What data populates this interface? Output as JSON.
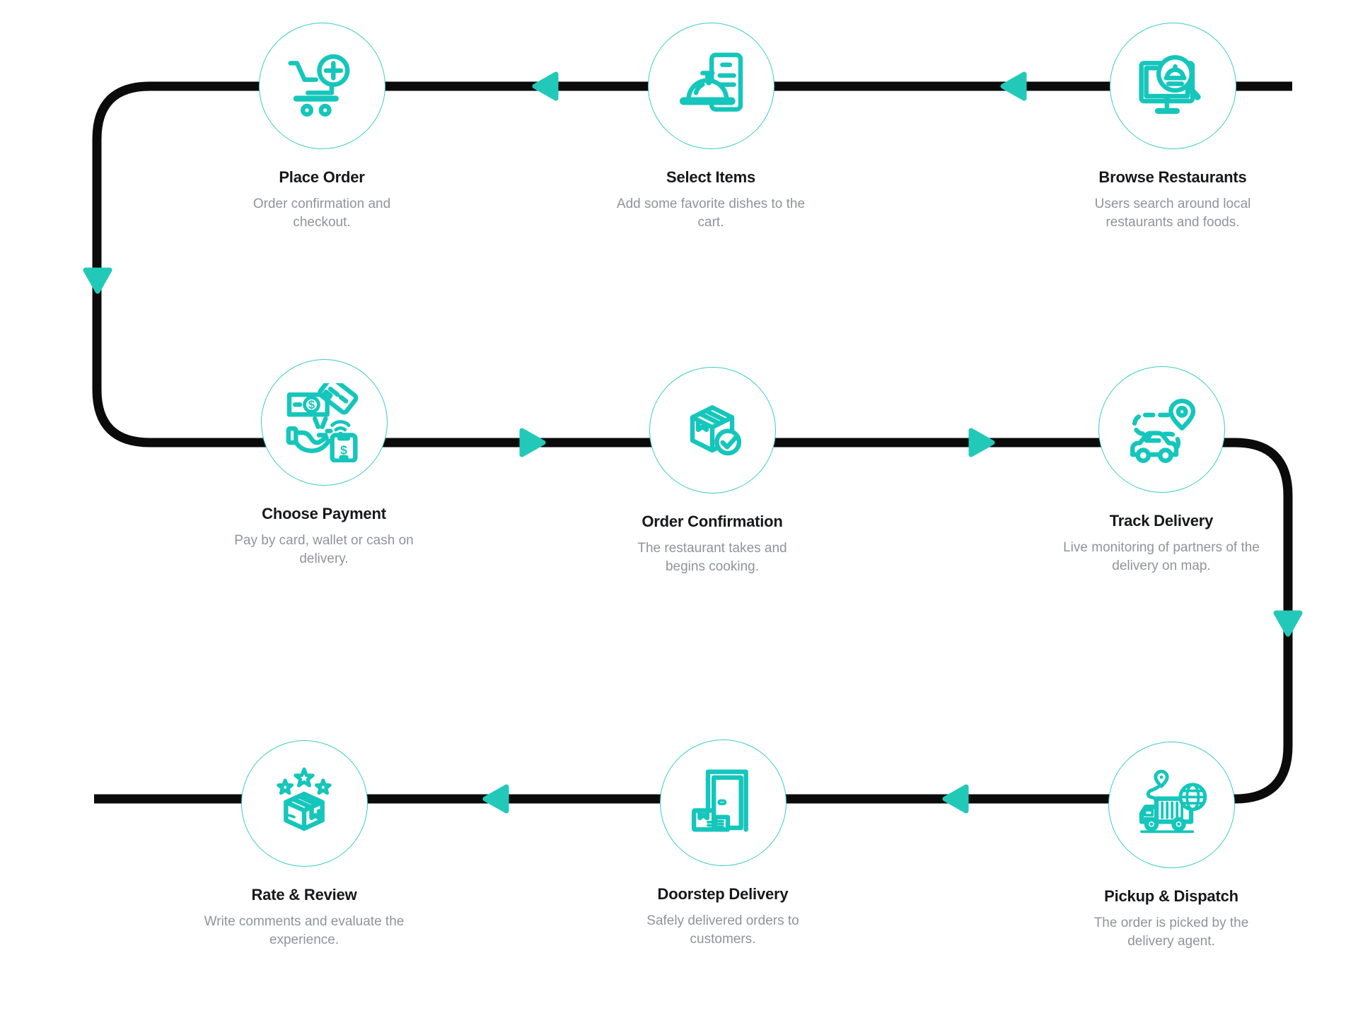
{
  "meta": {
    "title": "Food delivery process flowchart"
  },
  "colors": {
    "accent": "#14c6bb",
    "circle-stroke": "#3bccc3",
    "arrow": "#22c9b9",
    "path": "#0b0b0c",
    "title": "#17181a",
    "desc": "#8f949b",
    "bg": "#ffffff"
  },
  "steps": [
    {
      "order": 1,
      "title": "Browse Restaurants",
      "description": "Users search around local restaurants and foods.",
      "icon": "monitor-food-search-icon"
    },
    {
      "order": 2,
      "title": "Select Items",
      "description": "Add some favorite dishes to the cart.",
      "icon": "dish-menu-icon"
    },
    {
      "order": 3,
      "title": "Place Order",
      "description": "Order confirmation and checkout.",
      "icon": "cart-plus-icon"
    },
    {
      "order": 4,
      "title": "Choose Payment",
      "description": "Pay by card, wallet or cash on delivery.",
      "icon": "payment-methods-icon"
    },
    {
      "order": 5,
      "title": "Order Confirmation",
      "description": "The restaurant takes and begins cooking.",
      "icon": "package-check-icon"
    },
    {
      "order": 6,
      "title": "Track Delivery",
      "description": "Live monitoring of partners of the delivery on map.",
      "icon": "car-route-map-pin-icon"
    },
    {
      "order": 7,
      "title": "Pickup & Dispatch",
      "description": "The order is picked by the delivery agent.",
      "icon": "delivery-truck-globe-icon"
    },
    {
      "order": 8,
      "title": "Doorstep Delivery",
      "description": "Safely delivered orders to customers.",
      "icon": "door-parcels-icon"
    },
    {
      "order": 9,
      "title": "Rate & Review",
      "description": "Write comments and evaluate the experience.",
      "icon": "box-stars-icon"
    }
  ]
}
